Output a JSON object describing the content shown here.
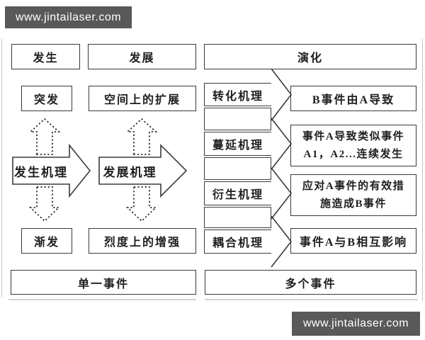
{
  "watermarks": {
    "top": "www.jintailaser.com",
    "bottom": "www.jintailaser.com"
  },
  "colors": {
    "banner_bg": "#595959",
    "banner_text": "#ffffff",
    "line_color": "#3a3a3a"
  },
  "diagram": {
    "headers": {
      "left": "发生",
      "middle": "发展",
      "right": "演化"
    },
    "left": {
      "top_state": "突发",
      "bottom_state": "渐发",
      "mechanism": "发生机理",
      "footer": "单一事件"
    },
    "middle": {
      "top_state": "空间上的扩展",
      "bottom_state": "烈度上的增强",
      "mechanism": "发展机理"
    },
    "right": {
      "footer": "多个事件",
      "mechanisms": [
        {
          "label": "转化机理",
          "result": [
            "B事件由A导致"
          ]
        },
        {
          "label": "蔓延机理",
          "result": [
            "事件A导致类似事件",
            "A1，A2...连续发生"
          ]
        },
        {
          "label": "衍生机理",
          "result": [
            "应对A事件的有效措",
            "施造成B事件"
          ]
        },
        {
          "label": "耦合机理",
          "result": [
            "事件A与B相互影响"
          ]
        }
      ]
    }
  }
}
